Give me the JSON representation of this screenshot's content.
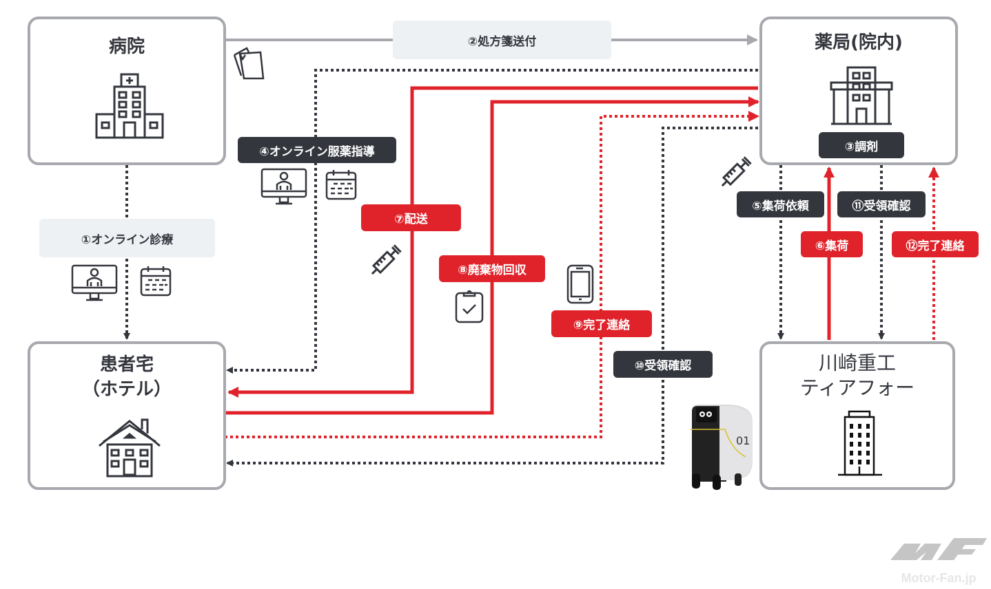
{
  "colors": {
    "dark": "#33363d",
    "red": "#e0232b",
    "gray_border": "#a7a9ae",
    "light_label": "#edf1f4",
    "gray_arrow": "#a7a9ae"
  },
  "nodes": {
    "hospital": {
      "title": "病院",
      "icon": "hospital-building-icon"
    },
    "pharmacy": {
      "title": "薬局(院内)",
      "icon": "office-building-icon",
      "badge": "③調剤"
    },
    "patient": {
      "title_line1": "患者宅",
      "title_line2": "（ホテル）",
      "icon": "house-icon"
    },
    "kawasaki": {
      "title_line1": "川崎重工",
      "title_line2": "ティアフォー",
      "icon": "skyscraper-icon"
    }
  },
  "steps": {
    "s1": "①オンライン診療",
    "s2": "②処方箋送付",
    "s4": "④オンライン服薬指導",
    "s5": "⑤集荷依頼",
    "s6": "⑥集荷",
    "s7": "⑦配送",
    "s8": "⑧廃棄物回収",
    "s9": "⑨完了連絡",
    "s10": "⑩受領確認",
    "s11": "⑪受領確認",
    "s12": "⑫完了連絡"
  },
  "icons": [
    "documents-icon",
    "video-call-monitor-icon",
    "calendar-icon",
    "syringe-icon",
    "clipboard-check-icon",
    "smartphone-icon",
    "delivery-robot-icon"
  ],
  "watermark": {
    "text": "Motor-Fan.jp"
  }
}
